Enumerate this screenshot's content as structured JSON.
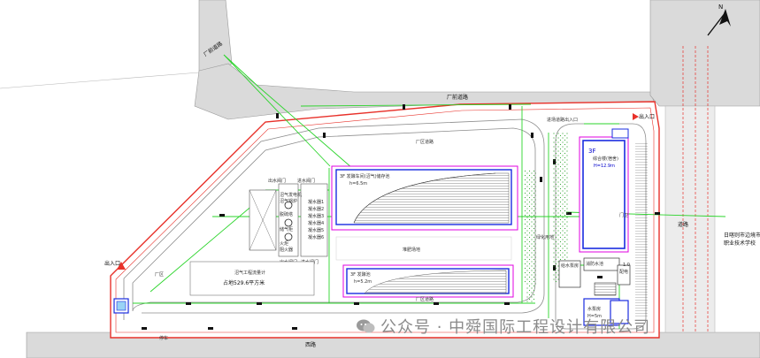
{
  "labels": {
    "road_left_branch": "厂前道路",
    "road_top": "厂前道路",
    "road_bottom": "西路",
    "entrance_right": "出入口",
    "entrance_left": "出入口",
    "tank_large_title": "3F 发酵车间(沼气)储存池",
    "tank_large_height": "h=6.5m",
    "tank_small_title": "3F 发酵池",
    "tank_small_height": "h=5.2m",
    "building_3f": "3F",
    "building_3f_sub": "综合楼(宿舍)",
    "building_3f_height": "H=12.9m",
    "pump_house": "水泵房",
    "pump_house_height": "H=5m",
    "green_area_right": "绿化用地",
    "yard_label": "堆肥场地",
    "road_inner_top": "厂区道路",
    "road_inner_mid": "厂区道路",
    "road_inner_bottom": "厂区道路",
    "side_label_north": "厂区",
    "gatehouse": "门卫",
    "parking_label": "停车",
    "east_road": "道路",
    "east_boundary_1": "日喀则市边境市",
    "east_boundary_2": "职业技术学校",
    "pipe_box_title": "沼气工程流量计",
    "pipe_box_area": "占地529.6平方米",
    "equip_left": [
      "沼气发电机",
      "沼气锅炉",
      "脱硫塔",
      "储气柜",
      "火炬",
      "阻火器"
    ],
    "equip_right": [
      "凝水器1",
      "凝水器2",
      "凝水器3",
      "凝水器4",
      "凝水器5",
      "凝水器6"
    ],
    "equip_top_1": "出水阀门",
    "equip_top_2": "进水阀门",
    "equip_bottom_1": "出水阀门",
    "equip_bottom_2": "进水阀门",
    "right_small_labels": [
      "给水泵房",
      "消防水池",
      "配电",
      "1.0"
    ],
    "scale_top_right": "进场道路出入口"
  },
  "watermark": {
    "text": "公众号 · 中舜国际工程设计有限公司"
  },
  "colors": {
    "boundary_red": "#e8312a",
    "road_gray": "#d9d9d9",
    "pipe_green": "#2bd42b",
    "wall_blue": "#1a2ce0",
    "magenta": "#e000e0",
    "hatch_green": "#3aa83a"
  }
}
